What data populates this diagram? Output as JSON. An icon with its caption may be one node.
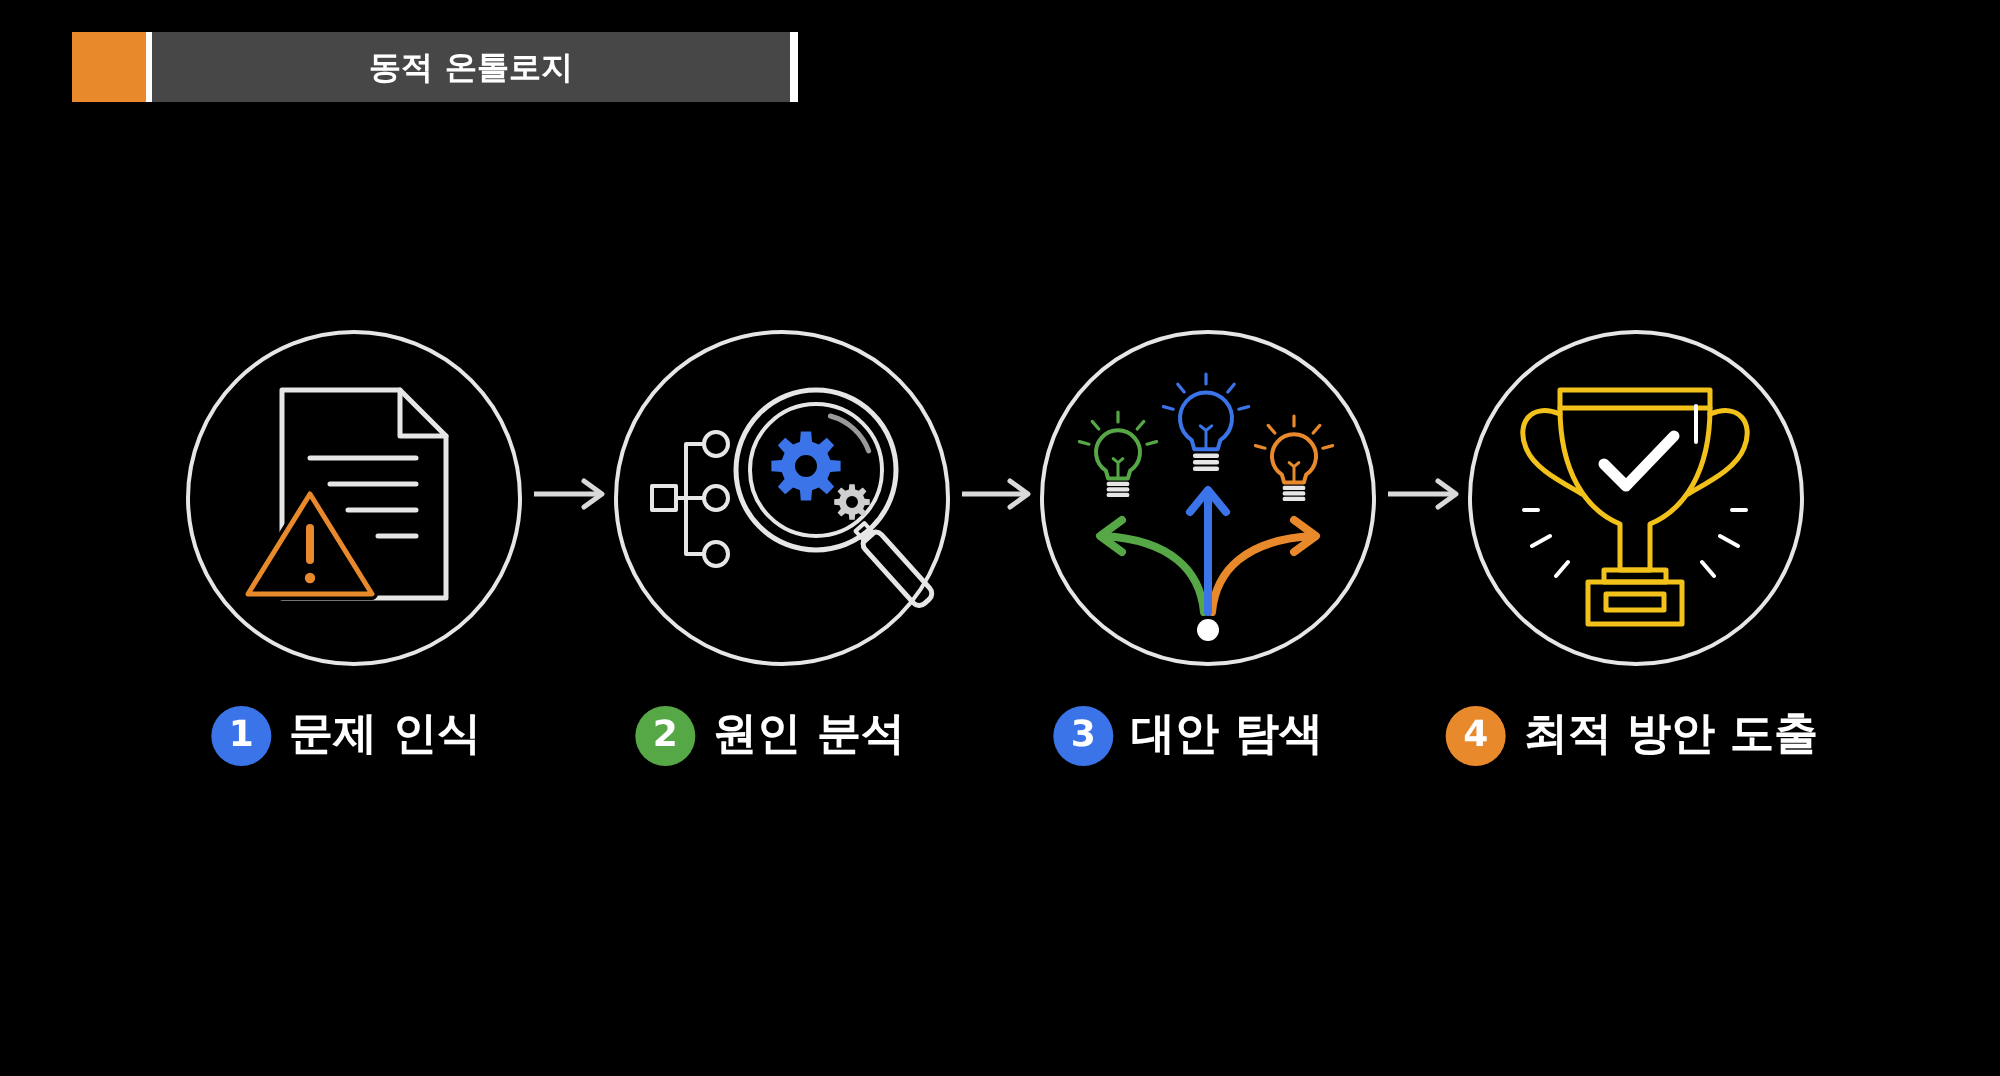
{
  "diagram": {
    "title": "동적 온톨로지",
    "nodes": [
      {
        "text": [
          "1",
          "문제 인식"
        ]
      },
      {
        "text": [
          "2",
          "원인 분석"
        ]
      },
      {
        "text": [
          "3",
          "대안 탐색"
        ]
      },
      {
        "text": [
          "4",
          "최적 방안 도출"
        ]
      }
    ],
    "edges": [
      {
        "from": 0,
        "to": 1,
        "arrow": "to"
      },
      {
        "from": 1,
        "to": 2,
        "arrow": "to"
      },
      {
        "from": 2,
        "to": 3,
        "arrow": "to"
      }
    ]
  }
}
